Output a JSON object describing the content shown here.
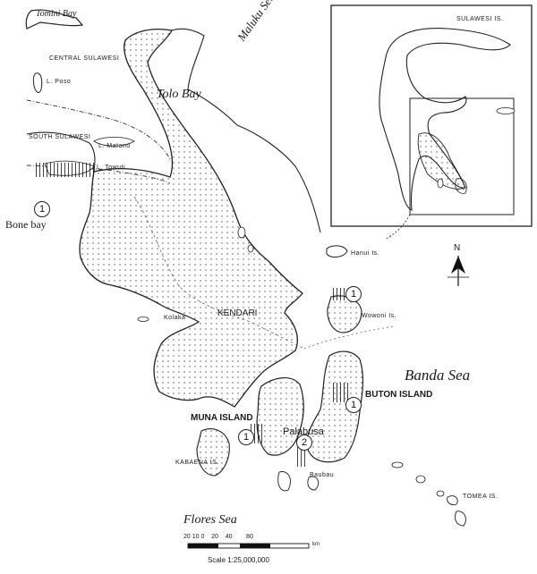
{
  "labels": {
    "tomini_bay": "Tomini Bay",
    "central_sulawesi": "CENTRAL SULAWESI",
    "towuti_lake_label": "L. Poso",
    "tolo_bay": "Tolo Bay",
    "maluku_sea": "Maluku Sea",
    "south_sulawesi": "SOUTH SULAWESI",
    "lake_matano": "L. Matano",
    "lake_towuti": "L. Towuti",
    "bone_bay": "Bone bay",
    "kendari": "KENDARI",
    "muna_island": "MUNA ISLAND",
    "buton_island": "BUTON ISLAND",
    "palabusa": "Palabusa",
    "banda_sea": "Banda Sea",
    "flores_sea": "Flores Sea",
    "kabaena_is": "KABAENA IS.",
    "wowoni_is": "Wowoni Is.",
    "hanui_is": "Hanui Is.",
    "tomea_is": "TOMEA IS.",
    "kolaka": "Kolaka",
    "baubau": "Baubau",
    "north_arrow": "N",
    "inset_title": "SULAWESI IS.",
    "scale_ticks": "20 10 0    20    40        80",
    "scale_unit": "km",
    "scale_text": "Scale 1:25,000,000"
  },
  "sites": [
    {
      "id": "bone-bay",
      "number": "1"
    },
    {
      "id": "wowoni",
      "number": "1"
    },
    {
      "id": "buton",
      "number": "1"
    },
    {
      "id": "muna",
      "number": "1"
    },
    {
      "id": "palabusa",
      "number": "2"
    }
  ]
}
